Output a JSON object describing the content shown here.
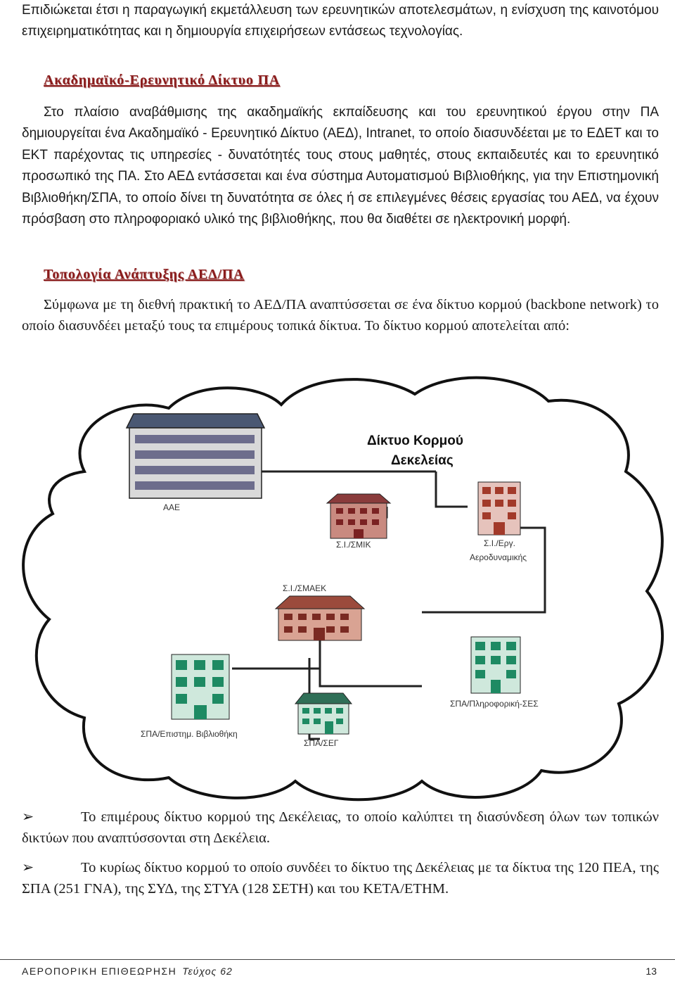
{
  "intro": {
    "text": "Επιδιώκεται   έτσι η παραγωγική εκμετάλλευση των ερευνητικών αποτελεσμάτων, η ενίσχυση της καινοτόμου επιχειρηματικότητας και η δημιουργία επιχειρήσεων εντάσεως τεχνολογίας."
  },
  "section1": {
    "heading": "Ακαδημαϊκό-Ερευνητικό Δίκτυο ΠΑ",
    "body": "Στο πλαίσιο αναβάθμισης της ακαδημαϊκής εκπαίδευσης και του ερευνητικού έργου στην ΠΑ δημιουργείται ένα Ακαδημαϊκό - Ερευνητικό Δίκτυο (ΑΕΔ), Intranet, το οποίο διασυνδέεται με το ΕΔΕΤ και το ΕΚΤ παρέχοντας τις υπηρεσίες - δυνατότητές τους στους μαθητές, στους εκπαιδευτές και το ερευνητικό προσωπικό της ΠΑ. Στο ΑΕΔ εντάσσεται και ένα σύστημα Αυτοματισμού Βιβλιοθήκης, για την Επιστημονική Βιβλιοθήκη/ΣΠΑ, το οποίο δίνει τη δυνατότητα σε όλες ή σε επιλεγμένες θέσεις εργασίας του ΑΕΔ, να έχουν πρόσβαση στο πληροφοριακό υλικό της βιβλιοθήκης, που θα διαθέτει σε ηλεκτρονική μορφή."
  },
  "section2": {
    "heading": "Τοπολογία Ανάπτυξης ΑΕΔ/ΠΑ",
    "body": "Σύμφωνα με τη διεθνή πρακτική το ΑΕΔ/ΠΑ αναπτύσσεται σε ένα δίκτυο κορμού (backbone network) το οποίο διασυνδέει μεταξύ τους τα επιμέρους τοπικά δίκτυα. Το δίκτυο κορμού αποτελείται από:"
  },
  "diagram": {
    "title_line1": "Δίκτυο Κορμού",
    "title_line2": "Δεκελείας",
    "nodes": {
      "aae": "ΑΑΕ",
      "smik": "Σ.Ι./ΣΜΙΚ",
      "aero_line1": "Σ.Ι./Εργ.",
      "aero_line2": "Αεροδυναμικής",
      "smaek": "Σ.Ι./ΣΜΑΕΚ",
      "spa_info": "ΣΠΑ/Πληροφορική-ΣΕΣ",
      "spa_lib": "ΣΠΑ/Επιστημ. Βιβλιοθήκη",
      "spa_seg": "ΣΠΑ/ΣΕΓ"
    }
  },
  "bullets": [
    {
      "marker": "➢",
      "text": "Το επιμέρους δίκτυο κορμού της Δεκέλειας, το οποίο καλύπτει τη διασύνδεση όλων των τοπικών δικτύων που αναπτύσσονται στη Δεκέλεια."
    },
    {
      "marker": "➢",
      "text": "Το κυρίως δίκτυο κορμού  το οποίο συνδέει το δίκτυο της Δεκέλειας με τα δίκτυα της 120 ΠΕΑ, της ΣΠΑ (251 ΓΝΑ), της ΣΥΔ, της ΣΤΥΑ (128 ΣΕΤΗ) και του ΚΕΤΑ/ΕΤΗΜ."
    }
  ],
  "footer": {
    "publication": "ΑΕΡΟΠΟΡΙΚΗ ΕΠΙΘΕΩΡΗΣΗ",
    "issue": "Τεύχος 62",
    "page": "13"
  }
}
